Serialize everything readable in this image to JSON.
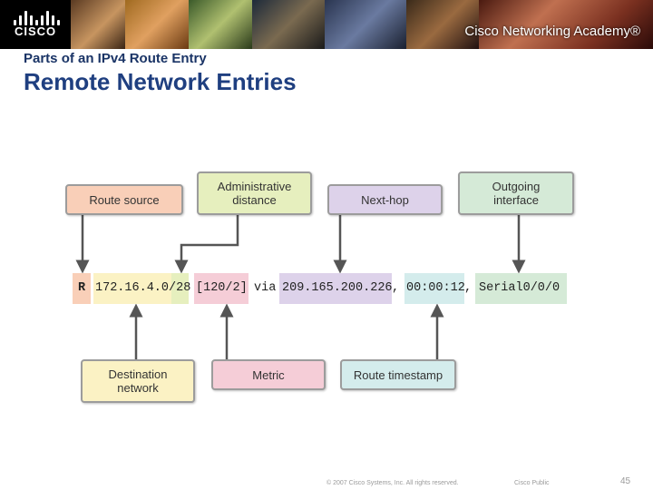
{
  "banner": {
    "logo_text": "CISCO",
    "academy_text": "Cisco Networking Academy®"
  },
  "header": {
    "subtitle": "Parts of an IPv4 Route Entry",
    "title": "Remote Network Entries"
  },
  "diagram": {
    "top_labels": {
      "route_source": "Route source",
      "admin_distance": "Administrative distance",
      "next_hop": "Next-hop",
      "outgoing_interface": "Outgoing interface"
    },
    "bottom_labels": {
      "destination_network": "Destination network",
      "metric": "Metric",
      "route_timestamp": "Route timestamp"
    },
    "route_entry": {
      "source_code": "R",
      "network": "172.16.4.0",
      "mask": "/28",
      "ad_metric": "[120/2]",
      "via": "via",
      "next_hop": "209.165.200.226",
      "comma1": ",",
      "timestamp": "00:00:12",
      "comma2": ",",
      "interface": "Serial0/0/0"
    },
    "colors": {
      "route_source": "#f9cfb8",
      "admin_distance": "#e6efbe",
      "next_hop": "#ddd2ea",
      "outgoing_interface": "#d5ead7",
      "destination_network": "#fbf2c4",
      "metric": "#f5cdd7",
      "route_timestamp": "#d4ecec"
    }
  },
  "footer": {
    "copyright": "© 2007 Cisco Systems, Inc. All rights reserved.",
    "classification": "Cisco Public",
    "page_number": "45"
  }
}
